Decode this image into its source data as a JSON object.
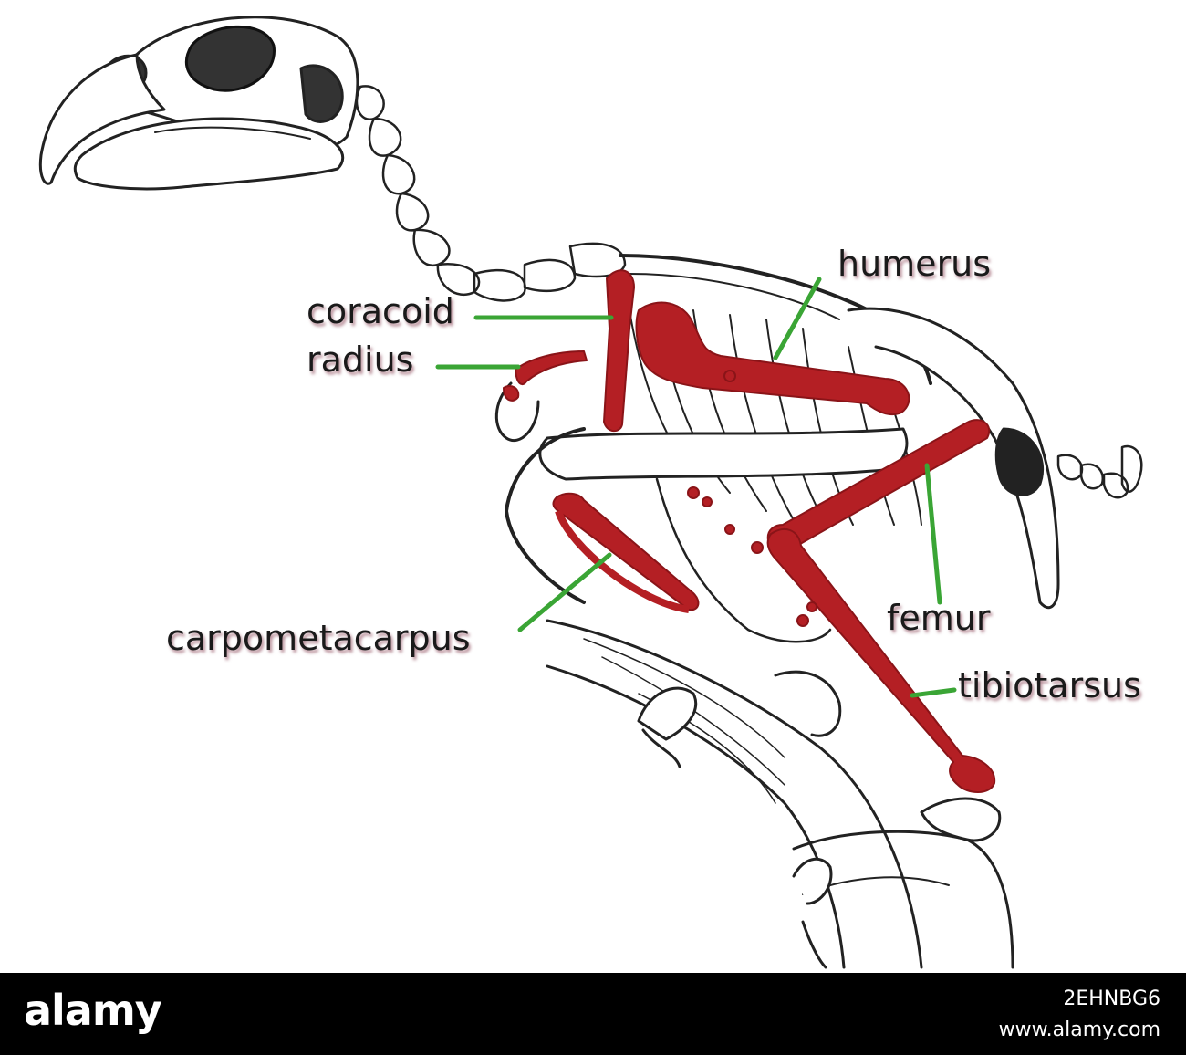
{
  "labels": {
    "humerus": "humerus",
    "coracoid": "coracoid",
    "radius": "radius",
    "femur": "femur",
    "carpometacarpus": "carpometacarpus",
    "tibiotarsus": "tibiotarsus"
  },
  "colors": {
    "highlight_bone": "#b41f24",
    "leader_line": "#3aa535",
    "sketch_ink": "#222222",
    "footer_bg": "#000000"
  },
  "footer": {
    "brand": "alamy",
    "image_id": "2EHNBG6",
    "url": "www.alamy.com"
  }
}
